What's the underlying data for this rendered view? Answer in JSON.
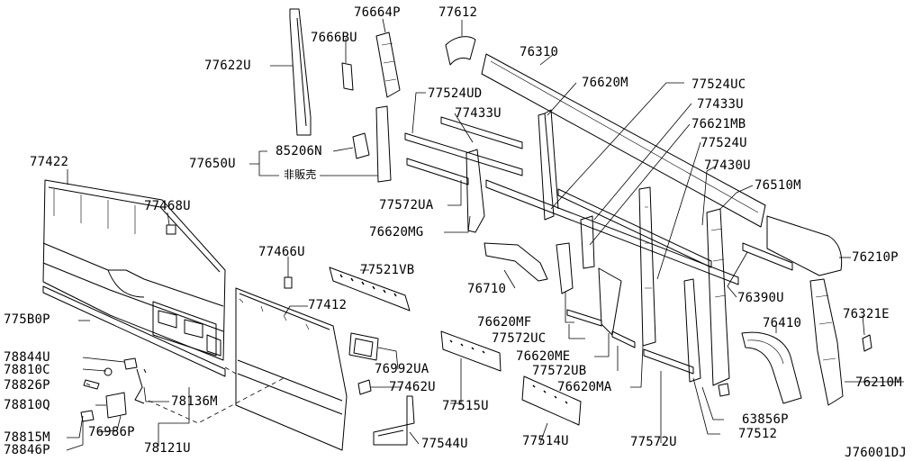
{
  "diagram": {
    "code": "J76001DJ",
    "labels": {
      "p77622U": "77622U",
      "p76664P": "76664P",
      "p76668U": "7666BU",
      "p77612": "77612",
      "p76310": "76310",
      "p76620M": "76620M",
      "p77524UC": "77524UC",
      "p77524UD": "77524UD",
      "p77433U_a": "77433U",
      "p77433U_b": "77433U",
      "p76621MB": "76621MB",
      "p77524U": "77524U",
      "p85206N": "85206N",
      "p77650U": "77650U",
      "p_jp": "非販売",
      "p77422": "77422",
      "p77430U": "77430U",
      "p76510M": "76510M",
      "p77572UA": "77572UA",
      "p77468U": "77468U",
      "p76620MG": "76620MG",
      "p76210P": "76210P",
      "p77466U": "77466U",
      "p77521VB": "77521VB",
      "p76390U": "76390U",
      "p76710": "76710",
      "p77412": "77412",
      "p775B0P": "775B0P",
      "p76410": "76410",
      "p76321E": "76321E",
      "p76620MF": "76620MF",
      "p77572UC": "77572UC",
      "p78844U": "78844U",
      "p78810C": "78810C",
      "p76620ME": "76620ME",
      "p76992UA": "76992UA",
      "p78826P": "78826P",
      "p77572UB": "77572UB",
      "p76210M": "76210M",
      "p77462U": "77462U",
      "p76620MA": "76620MA",
      "p78810Q": "78810Q",
      "p78136M": "78136M",
      "p77515U": "77515U",
      "p63856P": "63856P",
      "p78815M": "78815M",
      "p76986P": "76986P",
      "p77512": "77512",
      "p78846P": "78846P",
      "p78121U": "78121U",
      "p77544U": "77544U",
      "p77514U": "77514U",
      "p77572U": "77572U"
    }
  }
}
